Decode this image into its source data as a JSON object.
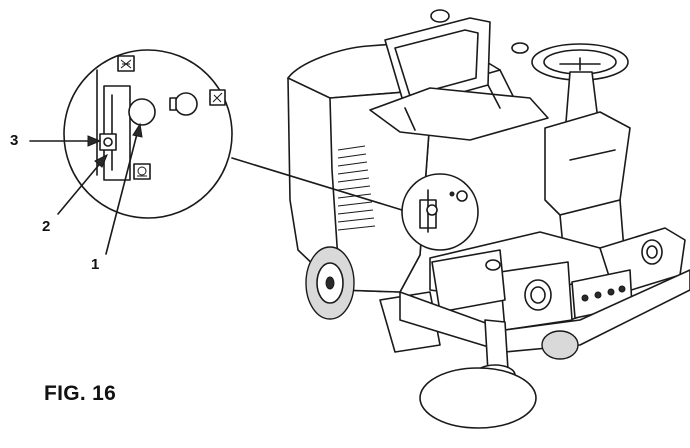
{
  "figure": {
    "title": "FIG. 16",
    "callouts": [
      {
        "label": "3"
      },
      {
        "label": "2"
      },
      {
        "label": "1"
      }
    ]
  }
}
